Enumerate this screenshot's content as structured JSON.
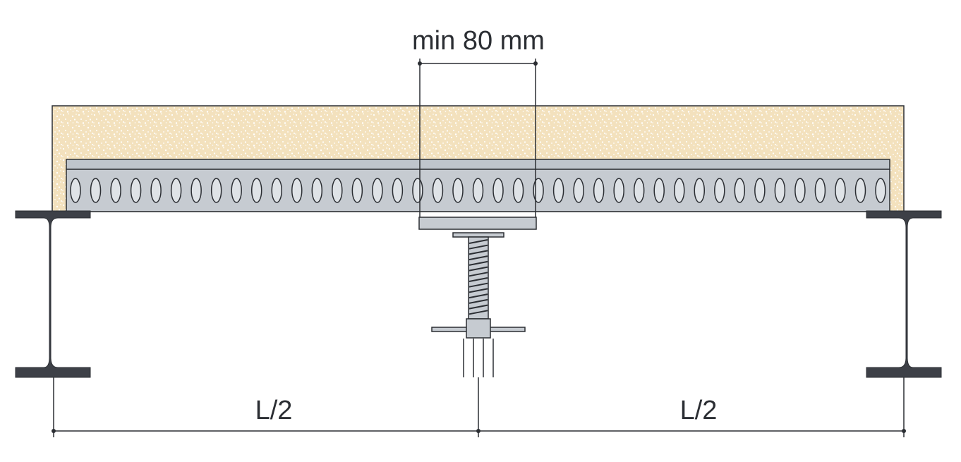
{
  "dimensions": {
    "support_width": "min 80 mm",
    "left_span": "L/2",
    "right_span": "L/2"
  },
  "colors": {
    "concrete": "#f3e1bd",
    "concrete_speckle": "#ffffff",
    "deck": "#c6cbd1",
    "deck_top": "#bfc5cc",
    "steel": "#3d4047",
    "outline": "#2b2e33",
    "prop": "#c6cbd1"
  },
  "structure": {
    "deck_rib_count": 41,
    "screw_thread_count": 14
  }
}
